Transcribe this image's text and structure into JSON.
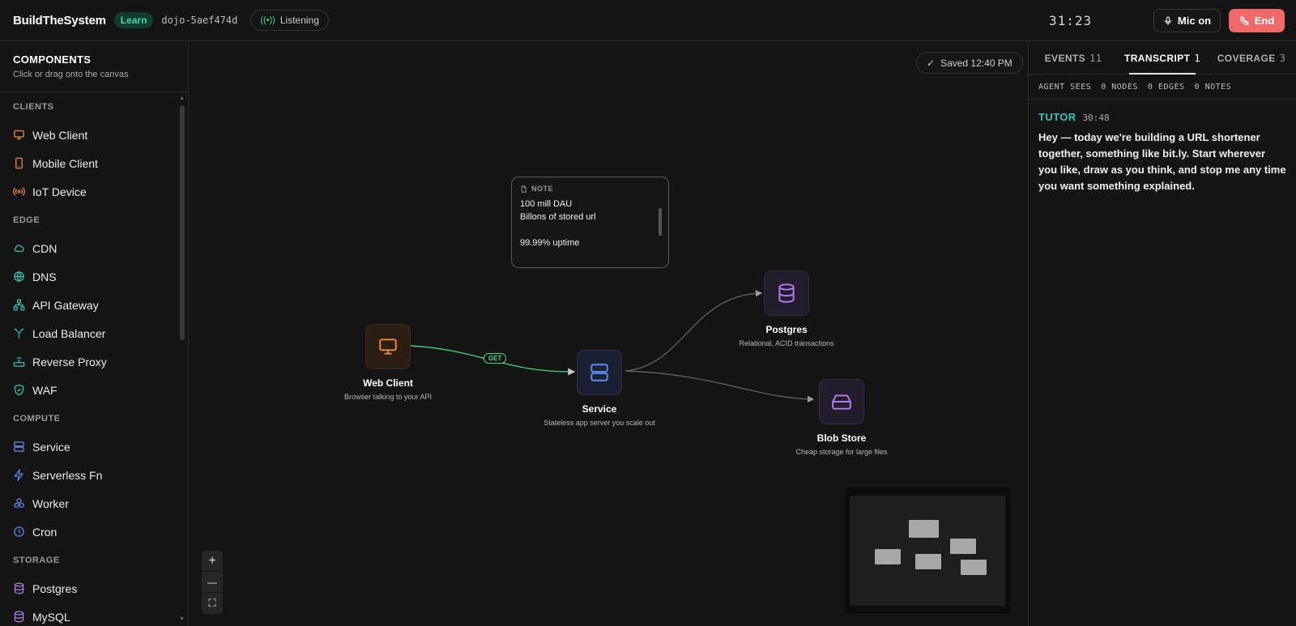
{
  "header": {
    "brand": "BuildTheSystem",
    "mode_badge": "Learn",
    "session_id": "dojo-5aef474d",
    "listening": "Listening",
    "timer": "31:23",
    "mic_label": "Mic on",
    "end_label": "End",
    "end_color": "#f06a6a"
  },
  "sidebar": {
    "title": "COMPONENTS",
    "subtitle": "Click or drag onto the canvas",
    "sections": [
      {
        "label": "CLIENTS",
        "items": [
          {
            "label": "Web Client",
            "icon": "monitor-icon",
            "color": "#f0883e"
          },
          {
            "label": "Mobile Client",
            "icon": "smartphone-icon",
            "color": "#f0883e"
          },
          {
            "label": "IoT Device",
            "icon": "radio-icon",
            "color": "#f0883e"
          }
        ]
      },
      {
        "label": "EDGE",
        "items": [
          {
            "label": "CDN",
            "icon": "cloud-icon",
            "color": "#2ec4b6"
          },
          {
            "label": "DNS",
            "icon": "globe-icon",
            "color": "#2ec4b6"
          },
          {
            "label": "API Gateway",
            "icon": "network-icon",
            "color": "#2ec4b6"
          },
          {
            "label": "Load Balancer",
            "icon": "split-icon",
            "color": "#2ec4b6"
          },
          {
            "label": "Reverse Proxy",
            "icon": "router-icon",
            "color": "#2ec4b6"
          },
          {
            "label": "WAF",
            "icon": "shield-icon",
            "color": "#2ec4b6"
          }
        ]
      },
      {
        "label": "COMPUTE",
        "items": [
          {
            "label": "Service",
            "icon": "server-icon",
            "color": "#5b8def"
          },
          {
            "label": "Serverless Fn",
            "icon": "zap-icon",
            "color": "#5b8def"
          },
          {
            "label": "Worker",
            "icon": "boxes-icon",
            "color": "#5b8def"
          },
          {
            "label": "Cron",
            "icon": "clock-icon",
            "color": "#5b8def"
          }
        ]
      },
      {
        "label": "STORAGE",
        "items": [
          {
            "label": "Postgres",
            "icon": "database-icon",
            "color": "#b57bee"
          },
          {
            "label": "MySQL",
            "icon": "database-icon",
            "color": "#b57bee"
          }
        ]
      }
    ]
  },
  "canvas": {
    "saved": "Saved 12:40 PM",
    "note": {
      "label": "NOTE",
      "lines": [
        "100 mill DAU",
        "Billons of stored url",
        "",
        "99.99% uptime"
      ]
    },
    "nodes": {
      "web_client": {
        "title": "Web Client",
        "desc": "Browser talking to your API"
      },
      "service": {
        "title": "Service",
        "desc": "Stateless app server you scale out"
      },
      "postgres": {
        "title": "Postgres",
        "desc": "Relational, ACID transactions"
      },
      "blob_store": {
        "title": "Blob Store",
        "desc": "Cheap storage for large files"
      }
    },
    "edge_label": "GET",
    "zoom": {
      "in": "+",
      "out": "—",
      "fit": "⛶"
    }
  },
  "right_panel": {
    "tabs": [
      {
        "label": "EVENTS",
        "count": "11"
      },
      {
        "label": "TRANSCRIPT",
        "count": "1"
      },
      {
        "label": "COVERAGE",
        "count": "3"
      }
    ],
    "agent_sees": {
      "label": "AGENT SEES",
      "nodes": "0 NODES",
      "edges": "0 EDGES",
      "notes": "0 NOTES"
    },
    "messages": [
      {
        "role": "TUTOR",
        "time": "30:48",
        "text": "Hey — today we're building a URL shortener together, something like bit.ly. Start wherever you like, draw as you think, and stop me any time you want something explained."
      }
    ]
  }
}
